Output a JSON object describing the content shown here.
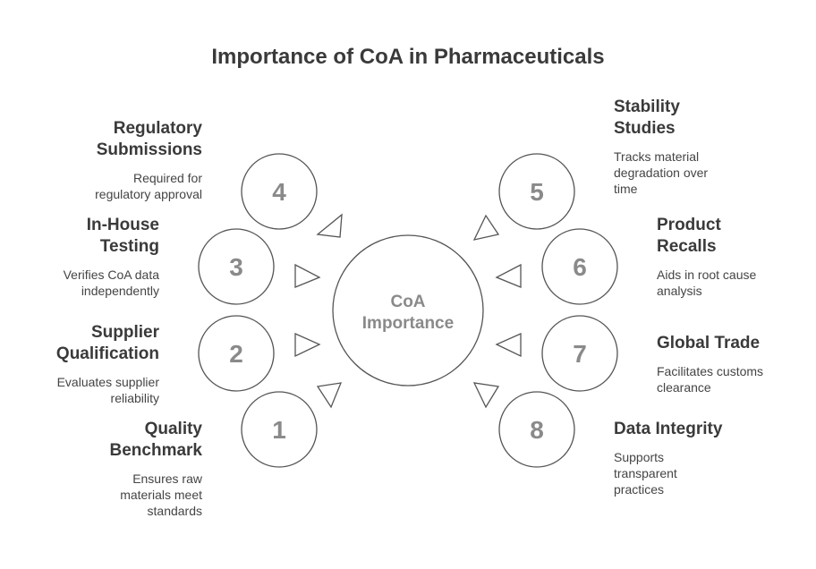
{
  "title": "Importance of CoA in Pharmaceuticals",
  "center": {
    "line1": "CoA",
    "line2": "Importance"
  },
  "items": [
    {
      "num": "1",
      "heading_l1": "Quality",
      "heading_l2": "Benchmark",
      "desc_lines": [
        "Ensures raw",
        "materials meet",
        "standards"
      ]
    },
    {
      "num": "2",
      "heading_l1": "Supplier",
      "heading_l2": "Qualification",
      "desc_lines": [
        "Evaluates supplier",
        "reliability"
      ]
    },
    {
      "num": "3",
      "heading_l1": "In-House",
      "heading_l2": "Testing",
      "desc_lines": [
        "Verifies CoA data",
        "independently"
      ]
    },
    {
      "num": "4",
      "heading_l1": "Regulatory",
      "heading_l2": "Submissions",
      "desc_lines": [
        "Required for",
        "regulatory approval"
      ]
    },
    {
      "num": "5",
      "heading_l1": "Stability",
      "heading_l2": "Studies",
      "desc_lines": [
        "Tracks material",
        "degradation over",
        "time"
      ]
    },
    {
      "num": "6",
      "heading_l1": "Product",
      "heading_l2": "Recalls",
      "desc_lines": [
        "Aids in root cause",
        "analysis"
      ]
    },
    {
      "num": "7",
      "heading_l1": "Global Trade",
      "heading_l2": "",
      "desc_lines": [
        "Facilitates customs",
        "clearance"
      ]
    },
    {
      "num": "8",
      "heading_l1": "Data Integrity",
      "heading_l2": "",
      "desc_lines": [
        "Supports",
        "transparent",
        "practices"
      ]
    }
  ]
}
